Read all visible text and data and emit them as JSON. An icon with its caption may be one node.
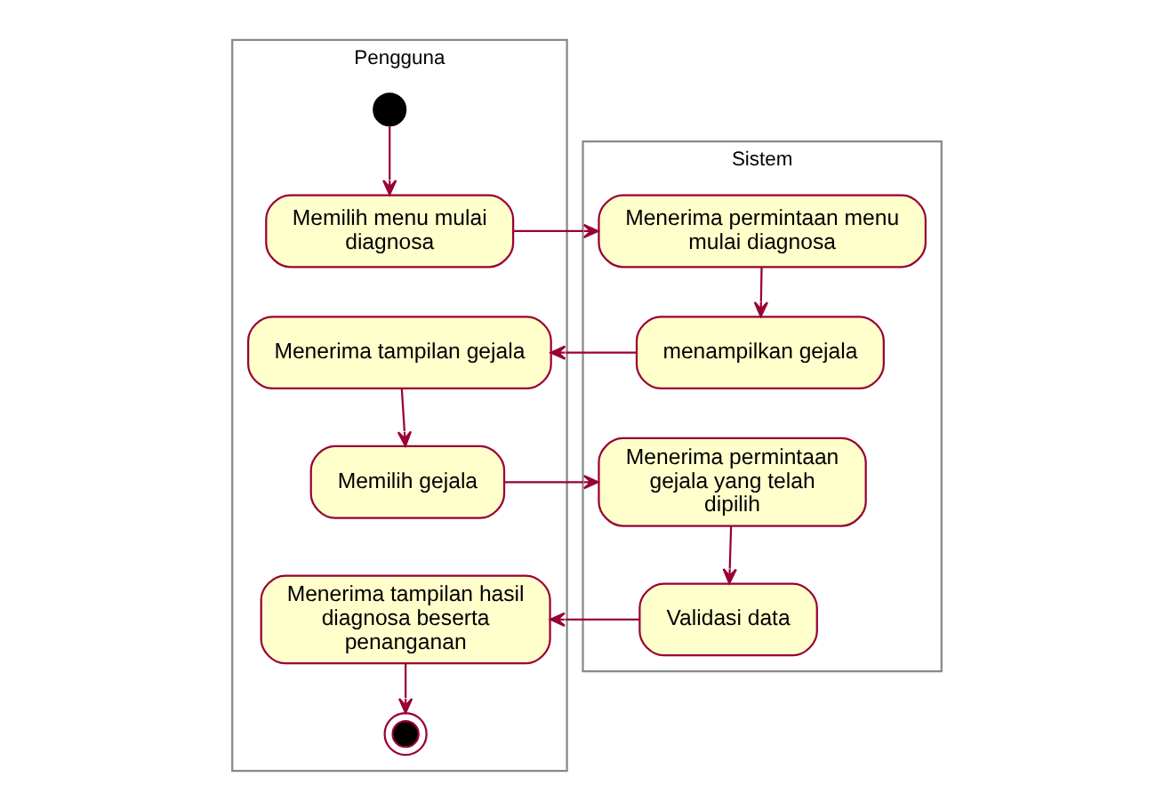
{
  "diagram": {
    "nodes": [
      {
        "text": [
          "Pengguna"
        ]
      },
      {
        "text": [
          "Sistem"
        ]
      },
      {
        "text": [],
        "shape": "circle",
        "in": 0
      },
      {
        "text": [
          "Memilih menu mulai diagnosa"
        ],
        "in": 0
      },
      {
        "text": [
          "Menerima permintaan menu mulai diagnosa"
        ],
        "in": 1
      },
      {
        "text": [
          "menampilkan gejala"
        ],
        "in": 1
      },
      {
        "text": [
          "Menerima tampilan gejala"
        ],
        "in": 0
      },
      {
        "text": [
          "Memilih gejala"
        ],
        "in": 0
      },
      {
        "text": [
          "Menerima permintaan gejala yang telah dipilih"
        ],
        "in": 1
      },
      {
        "text": [
          "Validasi data"
        ],
        "in": 1
      },
      {
        "text": [
          "Menerima tampilan hasil diagnosa beserta penanganan"
        ],
        "in": 0
      },
      {
        "text": [],
        "shape": "bullseye",
        "in": 0
      }
    ],
    "edges": [
      {
        "from": 2,
        "to": 3,
        "arrow": "to"
      },
      {
        "from": 3,
        "to": 4,
        "arrow": "to"
      },
      {
        "from": 4,
        "to": 5,
        "arrow": "to"
      },
      {
        "from": 5,
        "to": 6,
        "arrow": "to"
      },
      {
        "from": 6,
        "to": 7,
        "arrow": "to"
      },
      {
        "from": 7,
        "to": 8,
        "arrow": "to"
      },
      {
        "from": 8,
        "to": 9,
        "arrow": "to"
      },
      {
        "from": 9,
        "to": 10,
        "arrow": "to"
      },
      {
        "from": 10,
        "to": 11,
        "arrow": "to"
      }
    ]
  }
}
